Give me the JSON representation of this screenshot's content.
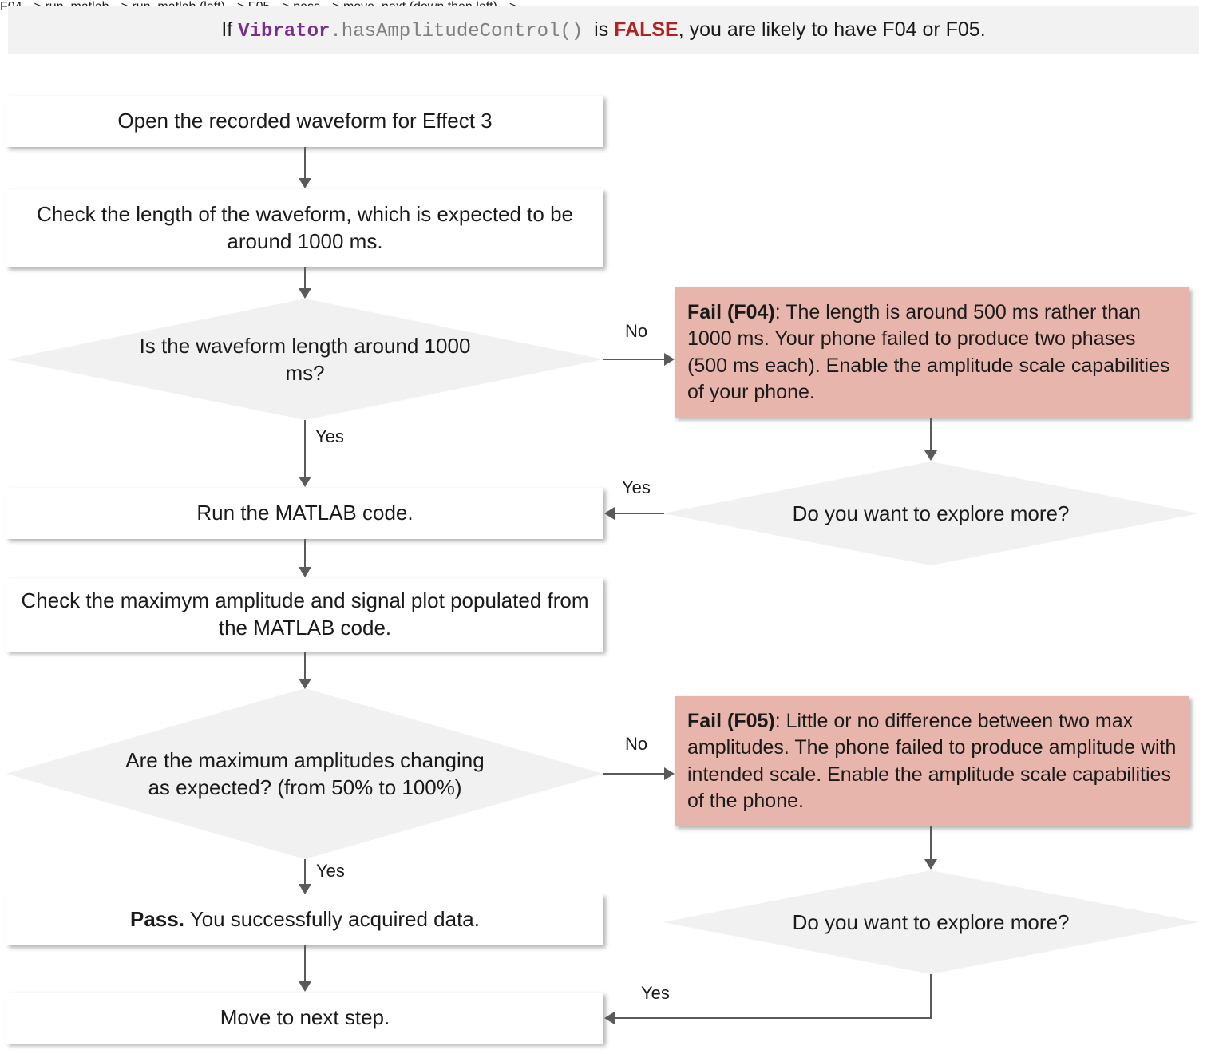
{
  "header": {
    "prefix": "If ",
    "code_class": "Vibrator",
    "code_method": ".hasAmplitudeControl()",
    "middle": "  is ",
    "false_kw": "FALSE",
    "suffix": ", you are likely to have F04 or F05."
  },
  "nodes": {
    "open_waveform": "Open the recorded waveform for Effect 3",
    "check_length": "Check the length of the waveform, which is expected to be around 1000 ms.",
    "q_length": "Is the waveform length around 1000 ms?",
    "run_matlab": "Run the MATLAB code.",
    "check_amplitude": "Check the maximym amplitude and signal plot populated from the MATLAB code.",
    "q_amplitudes": "Are the maximum amplitudes changing as expected? (from 50% to 100%)",
    "pass_bold": "Pass.",
    "pass_rest": " You successfully acquired data.",
    "move_next": "Move to next step.",
    "explore_1": "Do you want to explore more?",
    "explore_2": "Do you want to explore more?",
    "fail_f04_bold": "Fail (F04)",
    "fail_f04_rest": ": The length is around 500 ms rather than 1000 ms. Your phone failed to produce two phases (500 ms each). Enable the amplitude scale capabilities of your phone.",
    "fail_f05_bold": "Fail (F05)",
    "fail_f05_rest": ": Little or no difference between two max amplitudes. The phone failed to produce amplitude with intended scale. Enable the amplitude scale capabilities of the phone."
  },
  "edges": {
    "no_1": "No",
    "yes_1": "Yes",
    "yes_explore_1": "Yes",
    "no_2": "No",
    "yes_2": "Yes",
    "yes_explore_2": "Yes"
  },
  "colors": {
    "fail_bg": "#e7b5ab",
    "decision_bg": "#f1f1f1",
    "process_bg": "#ffffff",
    "header_bg": "#f2f2f2",
    "connector": "#5a5a5a",
    "code_class": "#7b2d8e",
    "code_method": "#808080",
    "false_kw": "#b12222"
  }
}
